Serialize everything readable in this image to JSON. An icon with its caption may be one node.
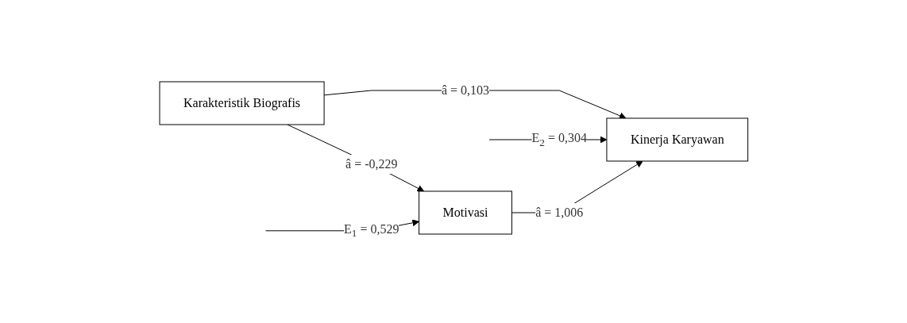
{
  "diagram": {
    "nodes": [
      {
        "text": [
          "Karakteristik Biografis"
        ]
      },
      {
        "text": [
          "Kinerja Karyawan"
        ]
      },
      {
        "text": [
          "Motivasi"
        ]
      }
    ],
    "edges": [
      {
        "from": 0,
        "to": 1,
        "arrow": "to",
        "label": "â = 0,103"
      },
      {
        "from": null,
        "to": 1,
        "arrow": "to",
        "label": "E$_{2}$ = 0,304"
      },
      {
        "from": null,
        "to": 2,
        "arrow": "to",
        "label": "E$_{1}$ = 0,529"
      },
      {
        "from": 0,
        "to": 2,
        "arrow": "to",
        "label": "â = -0,229"
      },
      {
        "from": 2,
        "to": 1,
        "arrow": "to",
        "label": "â = 1,006"
      }
    ]
  }
}
